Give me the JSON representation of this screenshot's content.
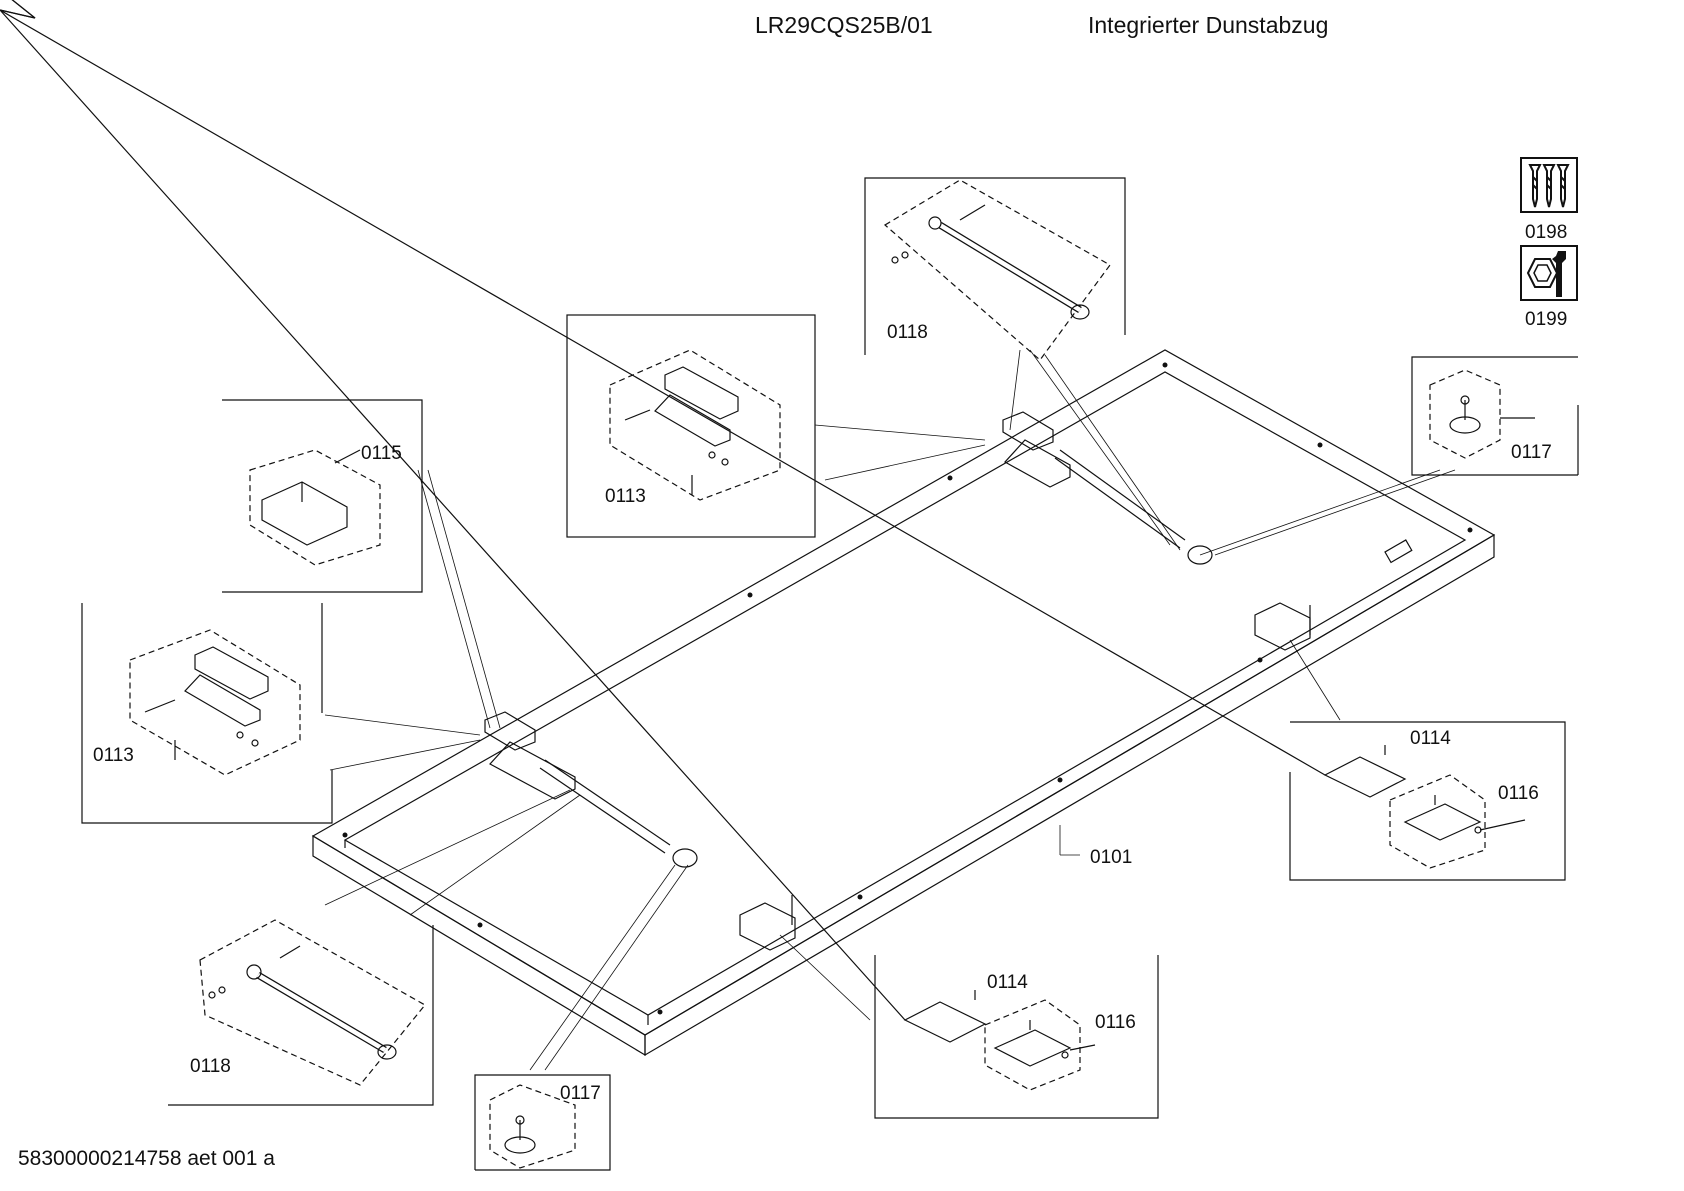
{
  "header": {
    "model": "LR29CQS25B/01",
    "description": "Integrierter Dunstabzug"
  },
  "footer": {
    "document_id": "58300000214758 aet 001 a"
  },
  "callouts": {
    "frame": "0101",
    "hinge_top": "0113",
    "hinge_left": "0113",
    "bracket_right": "0114",
    "bracket_bottom": "0114",
    "cover_left": "0115",
    "mount_right": "0116",
    "mount_bottom": "0116",
    "foot_right": "0117",
    "foot_bottom": "0117",
    "strut_top": "0118",
    "strut_left": "0118"
  },
  "service_icons": [
    {
      "icon": "screws-icon",
      "label": "0198"
    },
    {
      "icon": "nut-wrench-icon",
      "label": "0199"
    }
  ]
}
